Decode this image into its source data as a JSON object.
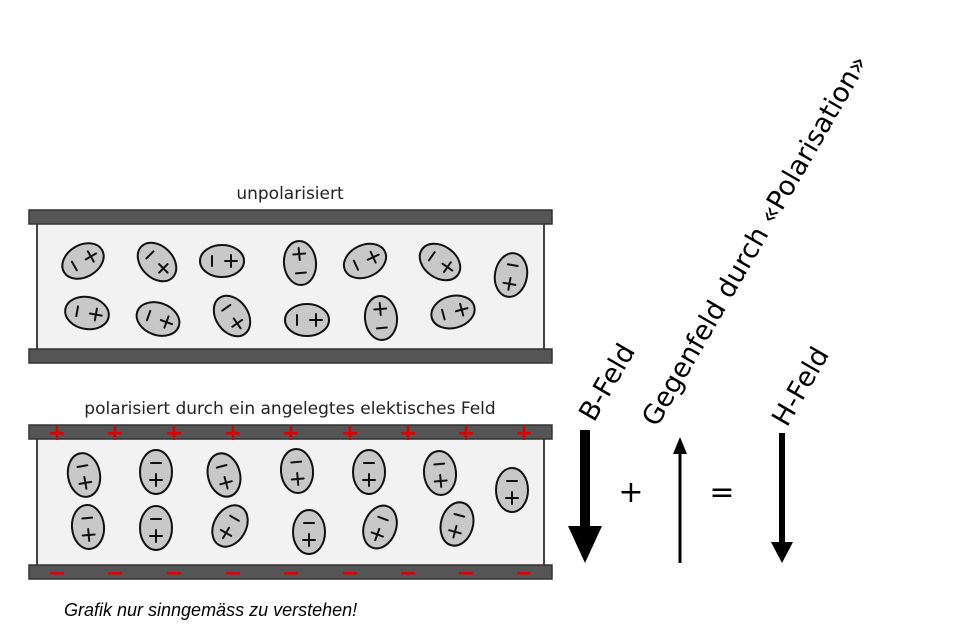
{
  "diagram": {
    "unpolarized": {
      "label": "unpolarisiert"
    },
    "polarized": {
      "label": "polarisiert durch ein angelegtes elektisches Feld",
      "top_sign": "+",
      "bottom_sign": "−"
    },
    "fields": {
      "b_label": "B-Feld",
      "counter_label": "Gegenfeld durch «Polarisation»",
      "h_label": "H-Feld",
      "plus_symbol": "+",
      "equals_symbol": "="
    },
    "note": "Grafik nur sinngemäss zu verstehen!",
    "colors": {
      "plate": "#555555",
      "dielectric": "#f2f2f2",
      "molecule": "#c8c8c8",
      "charge_sign": "#e00000",
      "arrow": "#000000"
    }
  }
}
